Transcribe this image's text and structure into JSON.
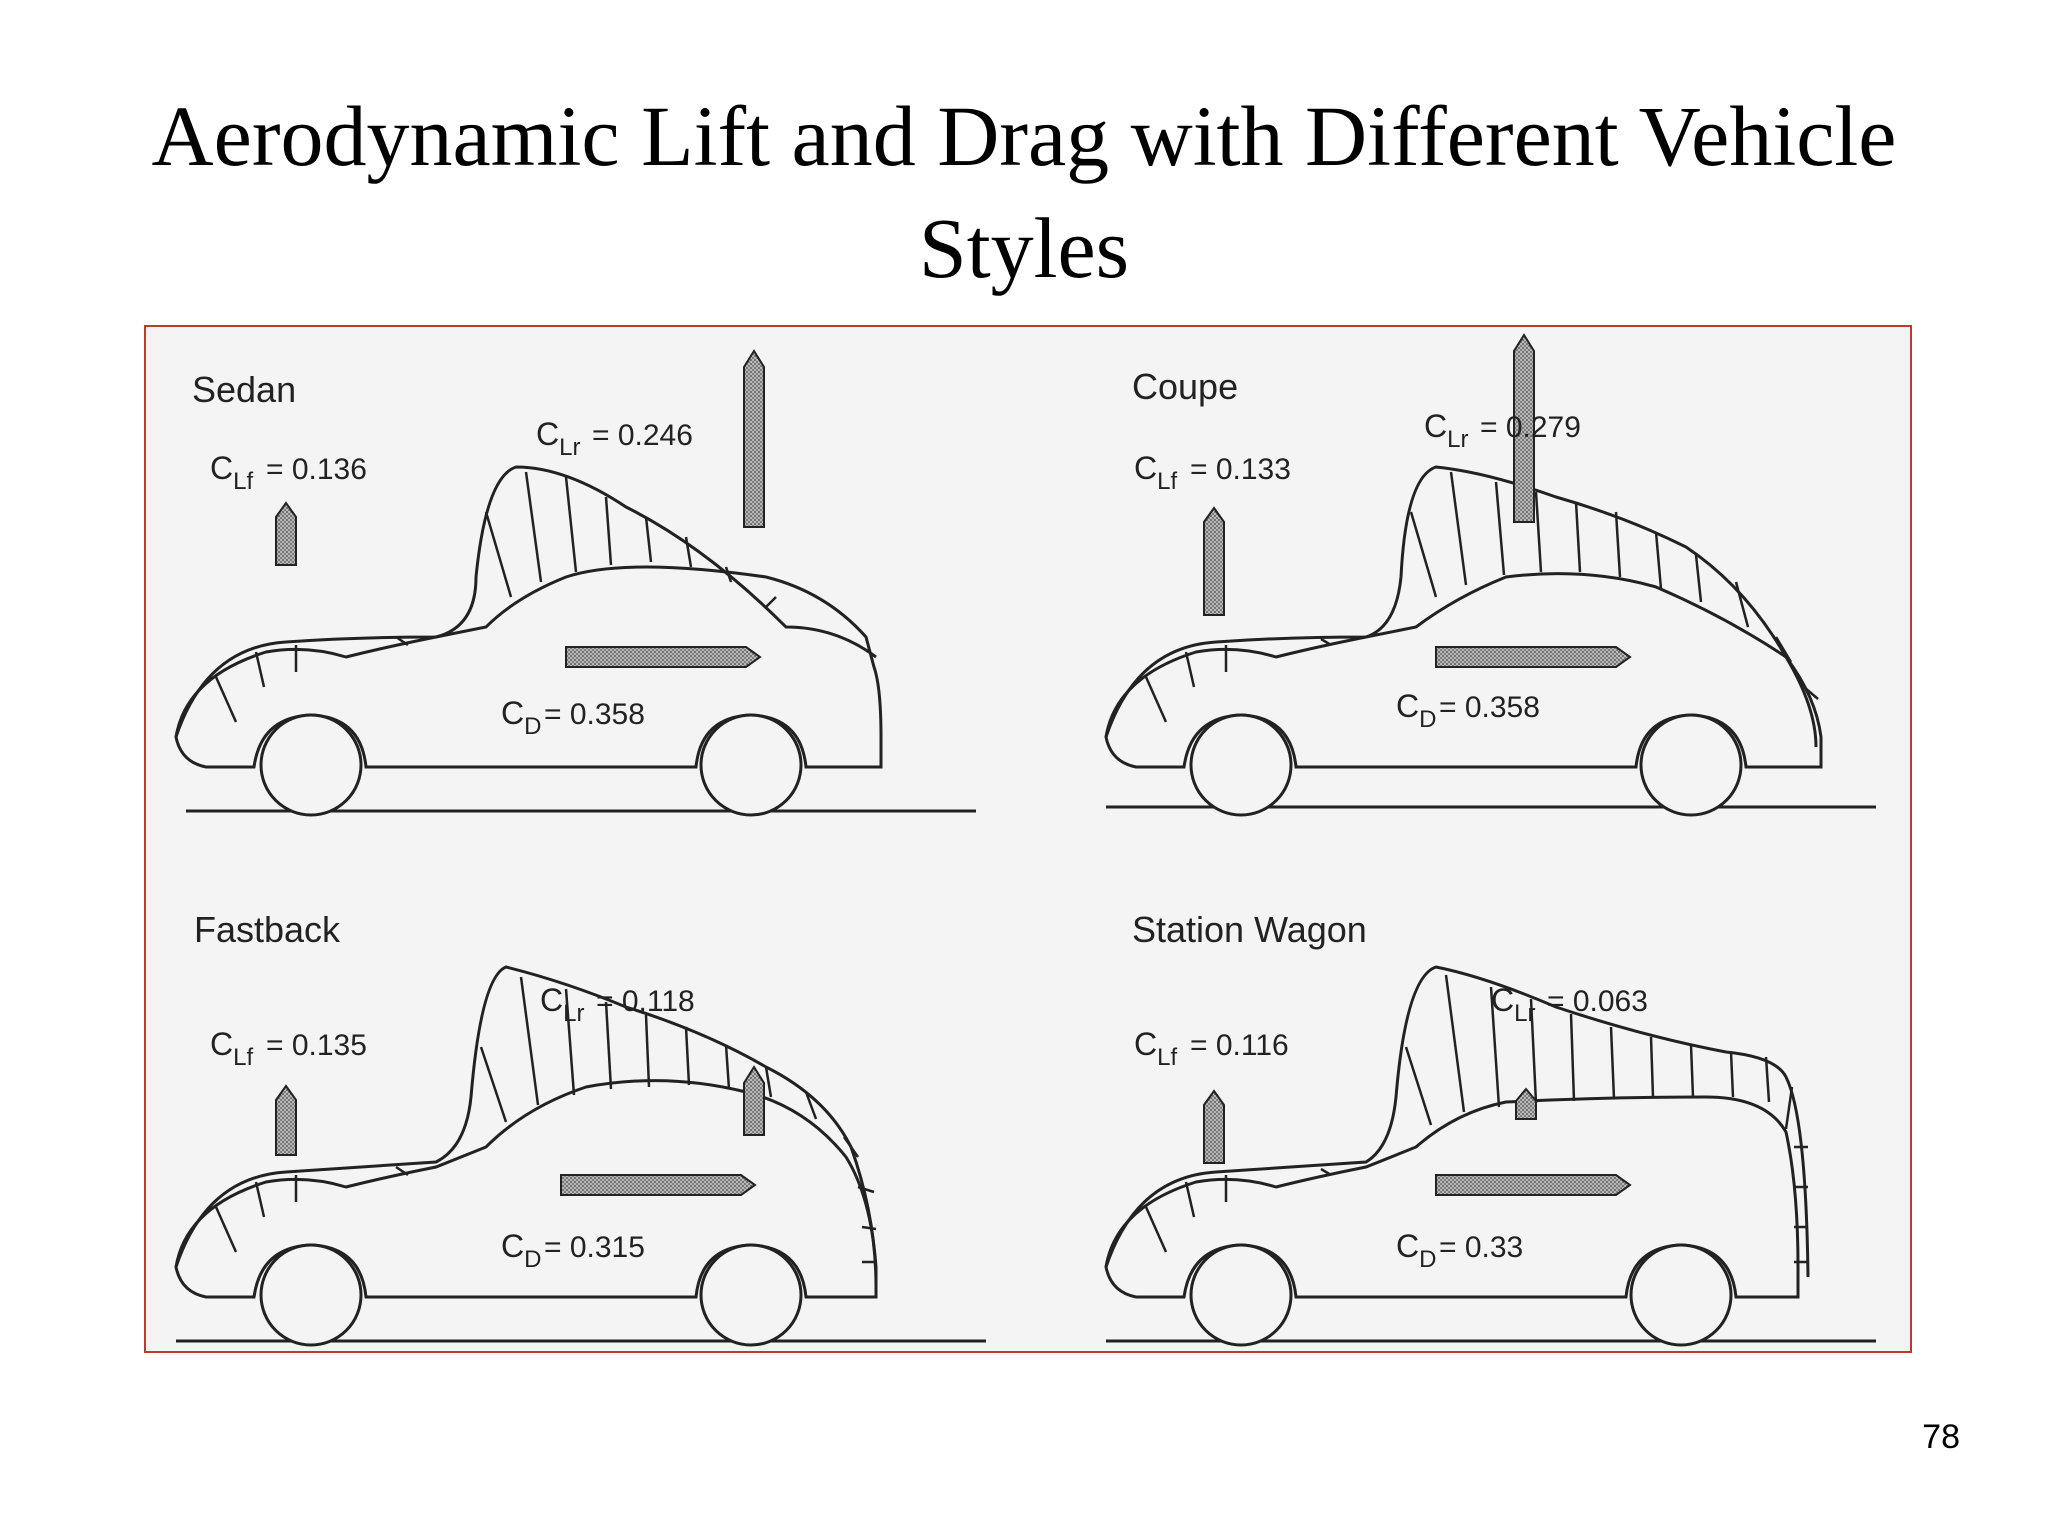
{
  "slide": {
    "title_line1": "Aerodynamic Lift and Drag with Different Vehicle",
    "title_line2": "Styles",
    "page_number": "78"
  },
  "colors": {
    "frame_border": "#c0392b",
    "ink": "#222222",
    "arrow_fill": "#8a8a8a"
  },
  "vehicles": [
    {
      "name": "Sedan",
      "clf_label": "= 0.136",
      "clr_label": "= 0.246",
      "cd_label": "= 0.358",
      "clf": 0.136,
      "clr": 0.246,
      "cd": 0.358
    },
    {
      "name": "Coupe",
      "clf_label": "= 0.133",
      "clr_label": "= 0.279",
      "cd_label": "= 0.358",
      "clf": 0.133,
      "clr": 0.279,
      "cd": 0.358
    },
    {
      "name": "Fastback",
      "clf_label": "= 0.135",
      "clr_label": "= 0.118",
      "cd_label": "= 0.315",
      "clf": 0.135,
      "clr": 0.118,
      "cd": 0.315
    },
    {
      "name": "Station Wagon",
      "clf_label": "= 0.116",
      "clr_label": "= 0.063",
      "cd_label": "= 0.33",
      "clf": 0.116,
      "clr": 0.063,
      "cd": 0.33
    }
  ],
  "symbols": {
    "c": "C",
    "lf_sub": "Lf",
    "lr_sub": "Lr",
    "d_sub": "D"
  }
}
